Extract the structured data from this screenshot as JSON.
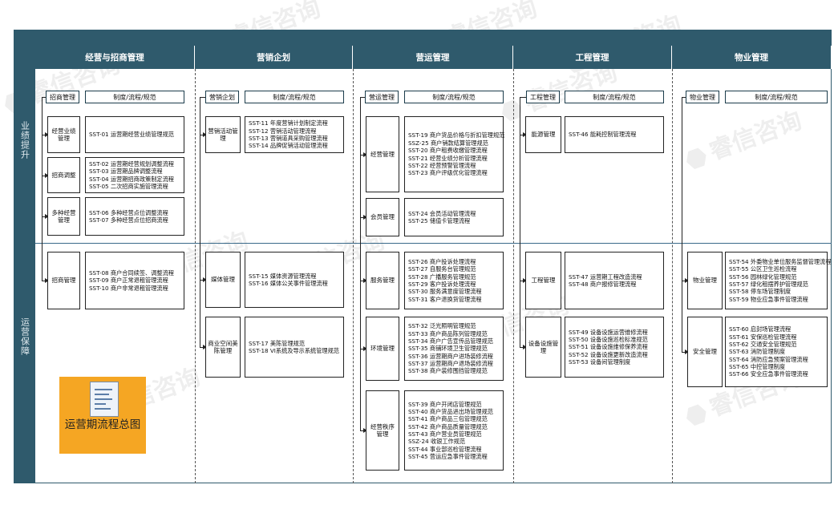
{
  "row_labels": [
    "业绩提升",
    "运营保障"
  ],
  "columns": [
    {
      "title": "经营与招商管理",
      "hdr_left": "招商管理",
      "hdr_right": "制度/流程/规范",
      "groups": [
        {
          "cat": "经营业绩管理",
          "items": [
            "SST-01  运营期经营业绩管理规范"
          ]
        },
        {
          "cat": "招商调整",
          "items": [
            "SST-02  运营期经营规划调整流程",
            "SST-03  运营期品牌调整流程",
            "SST-04  运营期招商政策制定流程",
            "SST-05  二次招商实施管理流程"
          ]
        },
        {
          "cat": "多种经营管理",
          "items": [
            "SST-06  多种经营点位调整流程",
            "SST-07  多种经营点位招商流程"
          ]
        },
        {
          "cat": "招商管理",
          "items": [
            "SST-08  商户合同续签、调整流程",
            "SST-09  商户正常退租管理流程",
            "SST-10  商户非常退租管理流程"
          ]
        }
      ]
    },
    {
      "title": "营销企划",
      "hdr_left": "营销企划",
      "hdr_right": "制度/流程/规范",
      "groups": [
        {
          "cat": "营销活动管理",
          "items": [
            "SST-11  年度营销计划制定流程",
            "SST-12  营销活动管理流程",
            "SST-13  营销道具采购管理流程",
            "SST-14  品牌促销活动管理流程"
          ]
        },
        {
          "cat": "媒体管理",
          "items": [
            "SST-15  媒体资源管理流程",
            "SST-16  媒体公关事件管理流程"
          ]
        },
        {
          "cat": "商业空间美陈管理",
          "items": [
            "SST-17  美陈管理规范",
            "SST-18  VI系统及导示系统管理规范"
          ]
        }
      ]
    },
    {
      "title": "营运管理",
      "hdr_left": "营运管理",
      "hdr_right": "制度/流程/规范",
      "groups": [
        {
          "cat": "经营管理",
          "items": [
            "SST-19  商户货品价格与折扣管理规范",
            "SSZ-25  商户销款结算管理规范",
            "SST-20  商户租费收缴管理流程",
            "SST-21  经营业绩分析管理流程",
            "SST-22  经营预警管理流程",
            "SST-23  商户评级优化管理流程"
          ]
        },
        {
          "cat": "会员管理",
          "items": [
            "SST-24  会员活动管理流程",
            "SST-25  储值卡管理流程"
          ]
        },
        {
          "cat": "服务管理",
          "items": [
            "SST-26  商户投诉处理流程",
            "SST-27  自服务台管理规范",
            "SST-28  广播服务管理规范",
            "SST-29  客户投诉处理流程",
            "SST-30  服务满意度管理流程",
            "SST-31  客户退换货管理流程"
          ]
        },
        {
          "cat": "环境管理",
          "items": [
            "SST-32  泛光照明管理规范",
            "SST-33  商户商品陈列管理规范",
            "SST-34  商户广告宣传品管理规范",
            "SST-35  商铺环境卫生管理规范",
            "SST-36  运营期商户进场装修流程",
            "SST-37  运营期商户退场装修流程",
            "SST-38  商户装修围挡管理规范"
          ]
        },
        {
          "cat": "经营秩序管理",
          "items": [
            "SST-39  商户开闭店管理规范",
            "SST-40  商户货品进出场管理规范",
            "SST-41  商户商品三包管理规范",
            "SST-42  商户商品质量管理规范",
            "SST-43  商户营业员管理规范",
            "SSZ-24  收银工作规范",
            "SST-44  事业部巡检管理流程",
            "SST-45  营运应急事件管理流程"
          ]
        }
      ]
    },
    {
      "title": "工程管理",
      "hdr_left": "工程管理",
      "hdr_right": "制度/流程/规范",
      "groups": [
        {
          "cat": "能源管理",
          "items": [
            "SST-46  能耗控制管理流程"
          ]
        },
        {
          "cat": "工程管理",
          "items": [
            "SST-47  运营期工程改造流程",
            "SST-48  商户报修管理流程"
          ]
        },
        {
          "cat": "设备设施管理",
          "items": [
            "SST-49  设备设施运营维修流程",
            "SST-50  设备设施巡检标准规范",
            "SST-51  设备设施维修保养流程",
            "SST-52  设备设施更新改造流程",
            "SST-53  设备间管理制度"
          ]
        }
      ]
    },
    {
      "title": "物业管理",
      "hdr_left": "物业管理",
      "hdr_right": "制度/流程/规范",
      "groups": [
        {
          "cat": "物业管理",
          "items": [
            "SST-54  外委物业单位服务监督管理流程",
            "SST-55  公区卫生巡检流程",
            "SST-56  园林绿化管理规范",
            "SST-57  绿化租摆养护管理规范",
            "SST-58  停车场管理制度",
            "SST-59  物业应急事件管理流程"
          ]
        },
        {
          "cat": "安全管理",
          "items": [
            "SST-60  启封场管理流程",
            "SST-61  安保巡检管理流程",
            "SST-62  交通安全管理规范",
            "SST-63  消防管理制度",
            "SST-64  消防应急预案管理流程",
            "SST-65  中控管理制度",
            "SST-66  安全应急事件管理流程"
          ]
        }
      ]
    }
  ],
  "tile_caption": "运营期流程总图",
  "watermark": "睿信咨询"
}
